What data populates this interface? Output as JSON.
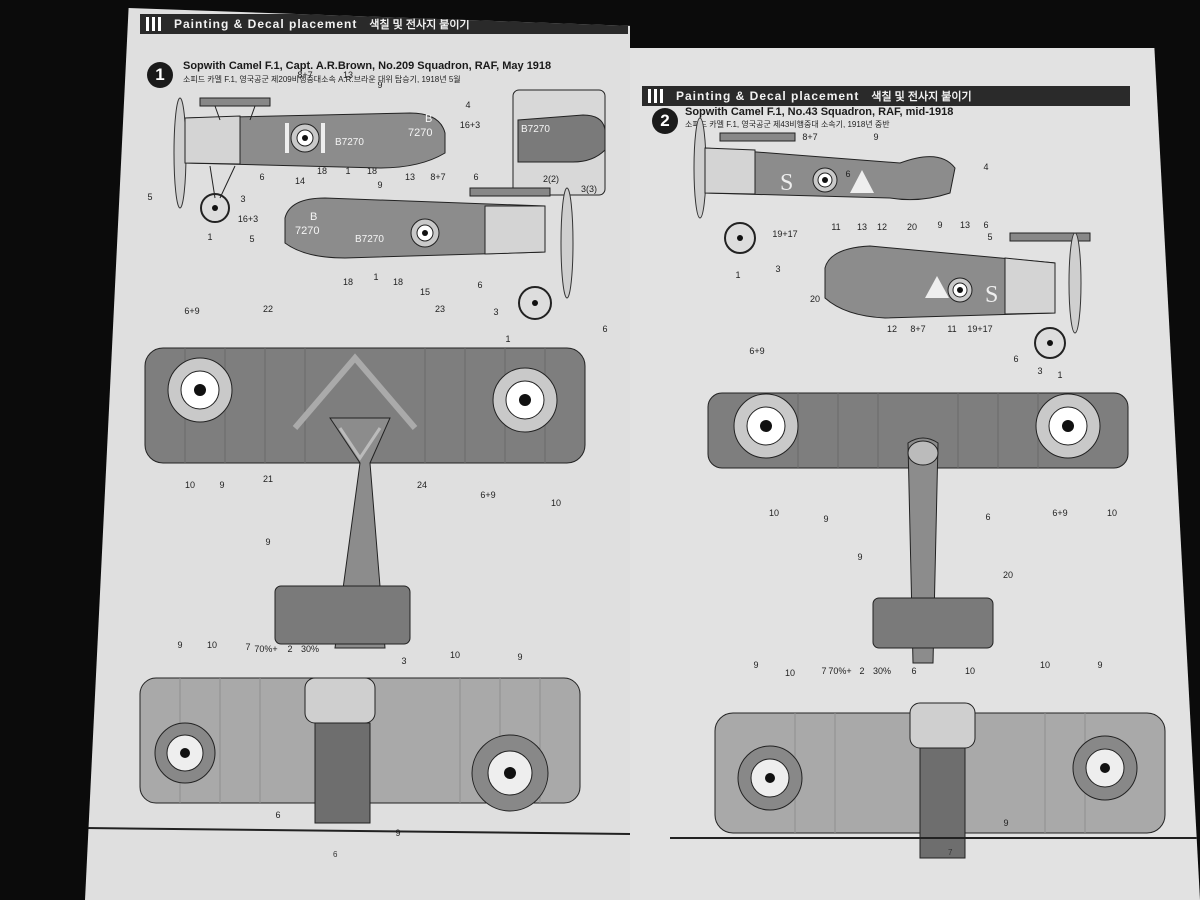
{
  "left_page": {
    "banner_en": "Painting & Decal placement",
    "banner_kr": "색칠 및 전사지 붙이기",
    "scheme_number": "1",
    "scheme_title": "Sopwith Camel F.1, Capt. A.R.Brown, No.209 Squadron, RAF, May 1918",
    "scheme_subtitle": "소피드 카멜 F.1, 영국공군 제209비행중대소속 A.R.브라운 대위 탑승기, 1918년 5월",
    "page_number": "6",
    "serial": "B7270",
    "serial_top": "B",
    "serial_bottom": "7270",
    "inset_label_a": "2(2)",
    "inset_label_b": "3(3)",
    "labels_side1": [
      "8+7",
      "13",
      "9",
      "4",
      "16+3",
      "18",
      "1",
      "18",
      "14",
      "1",
      "3",
      "6",
      "5"
    ],
    "labels_side2": [
      "13",
      "8+7",
      "6",
      "9",
      "16+3",
      "5",
      "18",
      "1",
      "18",
      "15",
      "6",
      "3",
      "1",
      "6"
    ],
    "labels_top": [
      "6+9",
      "22",
      "23",
      "10",
      "9",
      "21",
      "24",
      "6+9",
      "10",
      "9"
    ],
    "labels_bottom": [
      "9",
      "10",
      "7",
      "70%+",
      "2",
      "30%",
      "3",
      "10",
      "9",
      "6",
      "9"
    ]
  },
  "right_page": {
    "banner_en": "Painting & Decal placement",
    "banner_kr": "색칠 및 전사지 붙이기",
    "scheme_number": "2",
    "scheme_title": "Sopwith Camel F.1, No.43 Squadron, RAF, mid-1918",
    "scheme_subtitle": "소피드 카멜 F.1, 영국공군 제43비행중대 소속기, 1918년 중반",
    "page_number": "7",
    "labels_side1": [
      "8+7",
      "9",
      "4",
      "6",
      "1",
      "3",
      "19+17",
      "11",
      "13",
      "12",
      "20"
    ],
    "labels_side2": [
      "9",
      "13",
      "6",
      "5",
      "20",
      "12",
      "8+7",
      "11",
      "19+17",
      "6",
      "3",
      "1"
    ],
    "labels_top": [
      "6+9",
      "10",
      "9",
      "9",
      "20",
      "6+9",
      "10",
      "6"
    ],
    "labels_bottom": [
      "9",
      "10",
      "7",
      "70%+",
      "2",
      "30%",
      "6",
      "10",
      "10",
      "9",
      "9"
    ]
  },
  "colors": {
    "fuselage": "#8c8c8c",
    "dark_panel": "#6e6e6e",
    "light_panel": "#bdbdbd",
    "roundel_ring": "#c9c9c9"
  }
}
